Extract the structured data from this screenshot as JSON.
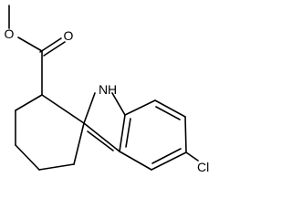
{
  "molecule": {
    "atoms": {
      "ester_o": "O",
      "carbonyl_o": "O",
      "nh": "N",
      "nh_h": "H",
      "cl": "Cl"
    }
  }
}
